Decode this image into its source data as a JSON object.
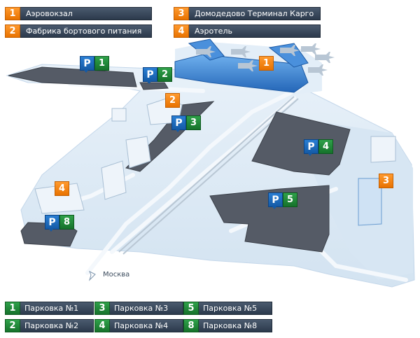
{
  "top_legend": [
    {
      "num": "1",
      "label": "Аэровокзал"
    },
    {
      "num": "2",
      "label": "Фабрика бортового питания"
    },
    {
      "num": "3",
      "label": "Домодедово Терминал Карго"
    },
    {
      "num": "4",
      "label": "Аэротель"
    }
  ],
  "bottom_legend": [
    {
      "num": "1",
      "label": "Парковка №1"
    },
    {
      "num": "2",
      "label": "Парковка №2"
    },
    {
      "num": "3",
      "label": "Парковка №3"
    },
    {
      "num": "4",
      "label": "Парковка №4"
    },
    {
      "num": "5",
      "label": "Парковка №5"
    },
    {
      "num": "8",
      "label": "Парковка №8"
    }
  ],
  "markers": {
    "parking_letter": "P",
    "parking": [
      "1",
      "2",
      "3",
      "4",
      "5",
      "8"
    ],
    "buildings": [
      "1",
      "2",
      "3",
      "4"
    ]
  },
  "direction_label": "Москва",
  "colors": {
    "building_marker": "#f07d10",
    "parking_letter_bg": "#1e6cc0",
    "parking_number_bg": "#1f8a38",
    "terrain": "#dbe9f5",
    "parking_lot": "#555b66",
    "terminal": "#3a7fd0"
  }
}
